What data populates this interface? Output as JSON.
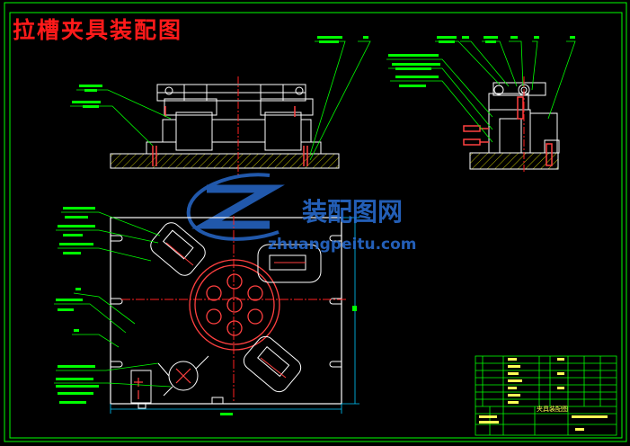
{
  "drawing": {
    "title": "拉槽夹具装配图",
    "watermark_cn": "装配图网",
    "watermark_en": "zhuangpeitu.com",
    "titleblock_name": "夹具装配图"
  },
  "colors": {
    "background": "#000000",
    "outline": "#ffffff",
    "leader": "#00ff00",
    "center": "#ff2020",
    "part": "#ff4040",
    "dimension": "#00c8ff",
    "hatch": "#b8b800",
    "frame": "#00ff00",
    "watermark": "#2a6fd6"
  }
}
